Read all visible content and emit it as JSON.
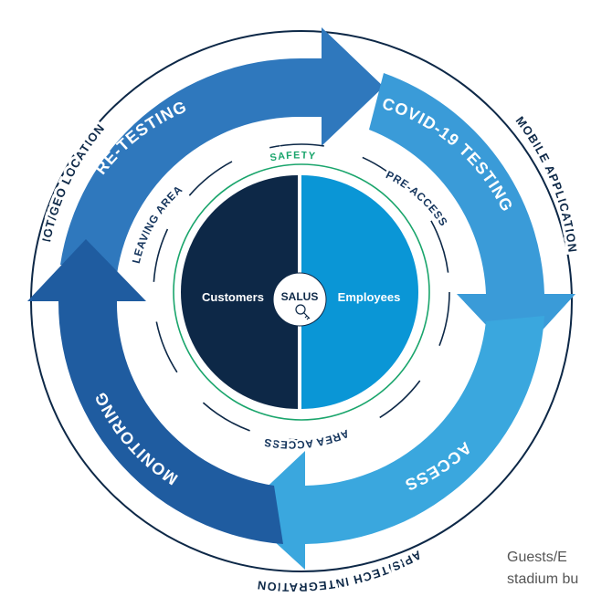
{
  "colors": {
    "dark_navy": "#0d2847",
    "mid_blue": "#2e7fc0",
    "light_blue": "#3aa7de",
    "navy_arrow": "#1e5797",
    "green": "#1aa56c"
  },
  "outer_ring": {
    "top_left": "IOT/GEO LOCATION",
    "right": "MOBILE APPLICATION",
    "bottom": "APIS/TECH INTEGRATION"
  },
  "arrows": {
    "retesting": "RE-TESTING",
    "covid_testing": "COVID-19 TESTING",
    "access": "ACCESS",
    "monitoring": "MONITORING"
  },
  "inner_ring": {
    "leaving_area": "LEAVING AREA",
    "safety": "SAFETY",
    "pre_access": "PRE-ACCESS",
    "area_access": "AREA ACCESS"
  },
  "center": {
    "left_label": "Customers",
    "right_label": "Employees",
    "badge": "SALUS",
    "icon": "key-icon"
  },
  "caption": {
    "line1": "Guests/E",
    "line2": "stadium bu"
  }
}
